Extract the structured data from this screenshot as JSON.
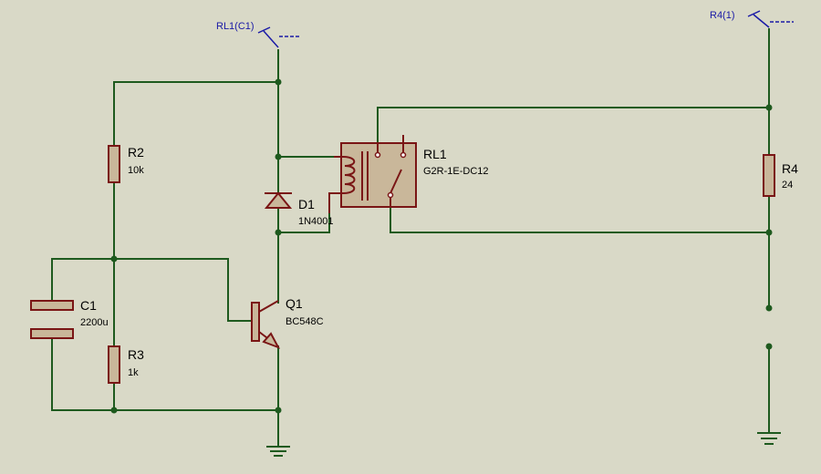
{
  "colors": {
    "background": "#d9d9c7",
    "wire": "#1e5a1e",
    "component_outline": "#7a1515",
    "component_fill": "#c9b79a",
    "net_label": "#1a1aa6"
  },
  "net_labels": {
    "rl1": "RL1(C1)",
    "r4": "R4(1)"
  },
  "components": {
    "r2": {
      "ref": "R2",
      "value": "10k"
    },
    "r3": {
      "ref": "R3",
      "value": "1k"
    },
    "c1": {
      "ref": "C1",
      "value": "2200u"
    },
    "d1": {
      "ref": "D1",
      "value": "1N4001"
    },
    "q1": {
      "ref": "Q1",
      "value": "BC548C"
    },
    "rl1": {
      "ref": "RL1",
      "value": "G2R-1E-DC12"
    },
    "r4": {
      "ref": "R4",
      "value": "24"
    }
  }
}
